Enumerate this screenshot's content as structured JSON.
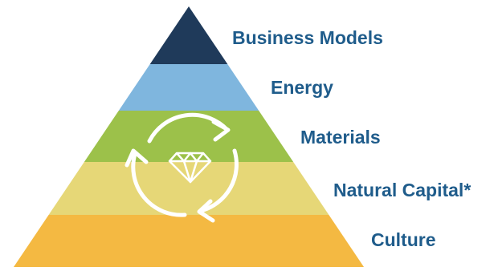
{
  "diagram": {
    "tiers": [
      {
        "label": "Business Models",
        "color": "#1f3a5a"
      },
      {
        "label": "Energy",
        "color": "#7fb6de"
      },
      {
        "label": "Materials",
        "color": "#9cc14a"
      },
      {
        "label": "Natural Capital*",
        "color": "#e6d777"
      },
      {
        "label": "Culture",
        "color": "#f4b942"
      }
    ],
    "label_color": "#1f5c8b",
    "center_icon": "diamond-icon",
    "cycle_icon": "circular-arrows-icon"
  }
}
